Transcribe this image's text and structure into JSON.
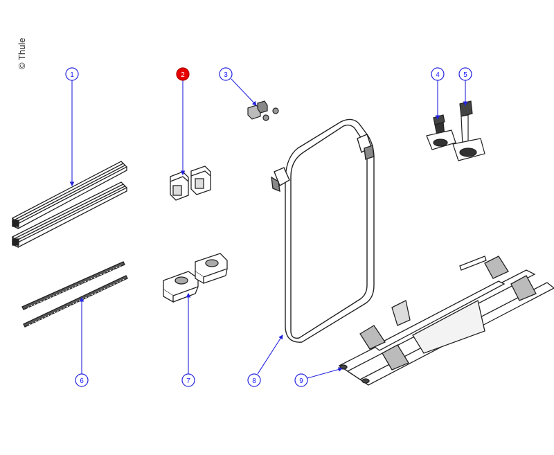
{
  "copyright": "© Thule",
  "colors": {
    "callout": "#2222dd",
    "highlight_fill": "#e60000",
    "line_art": "#222222"
  },
  "callouts": [
    {
      "label": "1",
      "part": "rails"
    },
    {
      "label": "2",
      "part": "rail-clamps",
      "highlighted": true
    },
    {
      "label": "3",
      "part": "hardware-nuts"
    },
    {
      "label": "4",
      "part": "wheel-holder-short"
    },
    {
      "label": "5",
      "part": "wheel-holder-long"
    },
    {
      "label": "6",
      "part": "straps"
    },
    {
      "label": "7",
      "part": "frame-brackets"
    },
    {
      "label": "8",
      "part": "frame"
    },
    {
      "label": "9",
      "part": "platform-rack"
    }
  ]
}
